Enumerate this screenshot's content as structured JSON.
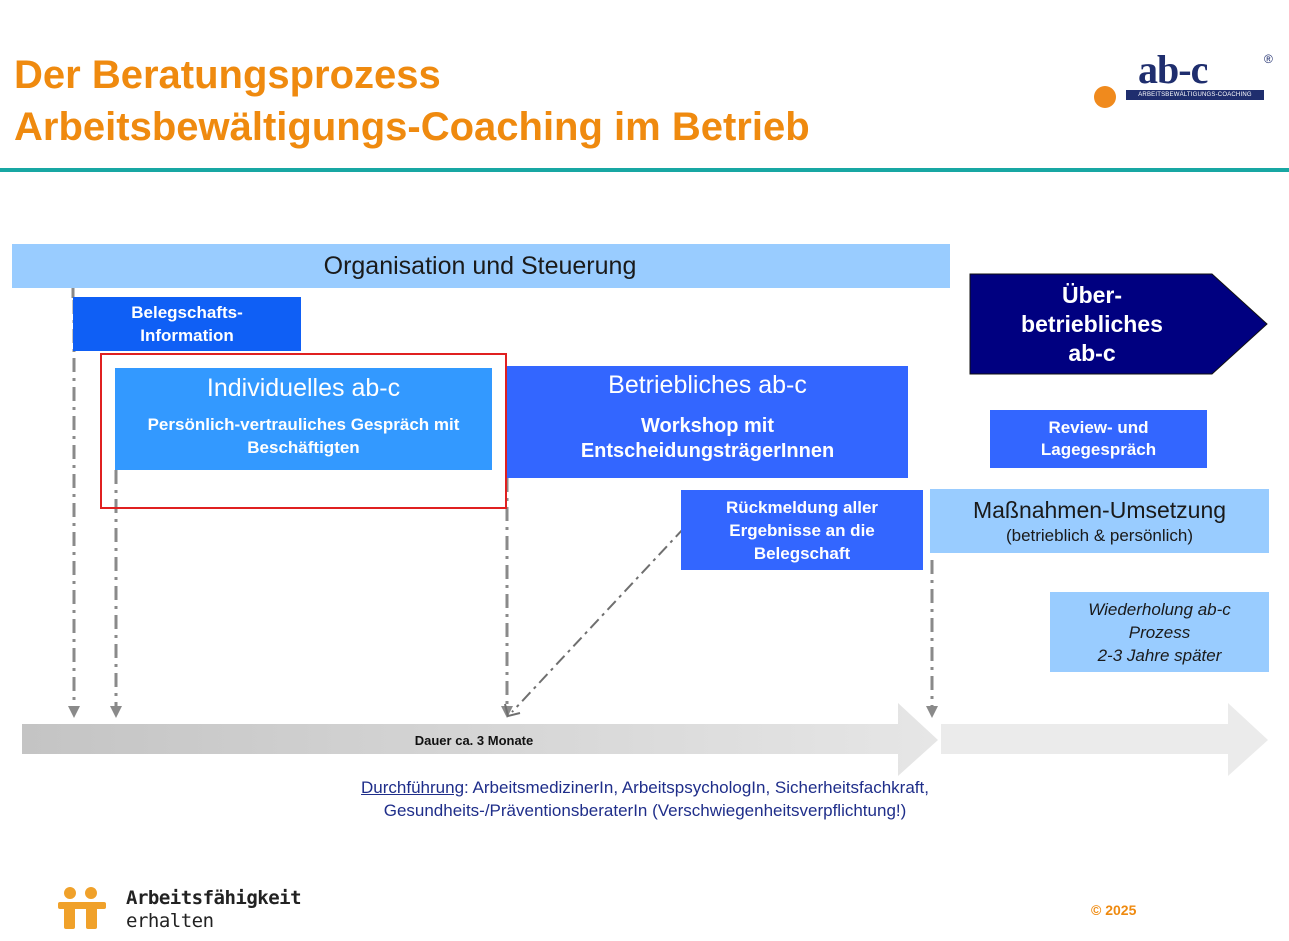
{
  "title": {
    "line1": "Der Beratungsprozess",
    "line2": "Arbeitsbewältigungs-Coaching im Betrieb"
  },
  "logo": {
    "word": "ab-c",
    "registered": "®",
    "tagline": "ARBEITSBEWÄLTIGUNGS-COACHING"
  },
  "diagram": {
    "organisation": "Organisation und Steuerung",
    "belegschaft_info": [
      "Belegschafts-",
      "Information"
    ],
    "individuelles": {
      "heading": "Individuelles ab-c",
      "sub": [
        "Persönlich-vertrauliches Gespräch mit",
        "Beschäftigten"
      ]
    },
    "betriebliches": {
      "heading": "Betriebliches ab-c",
      "sub": [
        "Workshop mit",
        "EntscheidungsträgerInnen"
      ]
    },
    "rueckmeldung": [
      "Rückmeldung aller",
      "Ergebnisse an die",
      "Belegschaft"
    ],
    "ueberbetrieblich": [
      "Über-",
      "betriebliches",
      "ab-c"
    ],
    "review": [
      "Review- und",
      "Lagegespräch"
    ],
    "massnahmen": {
      "heading": "Maßnahmen-Umsetzung",
      "sub": "(betrieblich & persönlich)"
    },
    "wiederholung": [
      "Wiederholung ab-c",
      "Prozess",
      "2-3 Jahre später"
    ],
    "dauer": "Dauer ca. 3 Monate"
  },
  "durchfuehrung": {
    "label": "Durchführung",
    "text1": ": ArbeitsmedizinerIn, ArbeitspsychologIn, Sicherheitsfachkraft,",
    "text2": "Gesundheits-/PräventionsberaterIn (Verschwiegenheitsverpflichtung!)"
  },
  "footer": {
    "brand_line1": "Arbeitsfähigkeit",
    "brand_line2": "erhalten",
    "copyright": "© 2025"
  },
  "colors": {
    "orange": "#ef8a0f",
    "teal": "#18a7a3",
    "light_blue": "#99ccff",
    "mid_blue": "#3399ff",
    "blue": "#3366ff",
    "strong_blue": "#0f5ff5",
    "navy": "#000080",
    "red_frame": "#e02020"
  }
}
